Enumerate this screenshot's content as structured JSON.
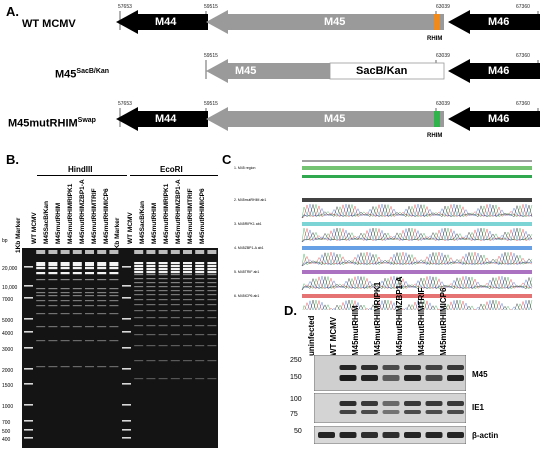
{
  "panelA": {
    "label": "A.",
    "rows": [
      {
        "name": "WT MCMV",
        "name_sup": "",
        "coords": [
          "57653",
          "59515",
          "63039",
          "67360"
        ],
        "genes": [
          "M44",
          "M45",
          "M46"
        ],
        "mark": "RHIM"
      },
      {
        "name": "M45",
        "name_sup": "SacB/Kan",
        "coords": [
          "59515",
          "63039",
          "67360"
        ],
        "genes": [
          "M45",
          "SacB/Kan",
          "M46"
        ],
        "mark": ""
      },
      {
        "name": "M45mutRHIM",
        "name_sup": "Swap",
        "coords": [
          "57653",
          "59515",
          "63039",
          "67360"
        ],
        "genes": [
          "M44",
          "M45",
          "M46"
        ],
        "mark": "RHIM"
      }
    ],
    "colors": {
      "wt_rhim": "#f08a1c",
      "mut_rhim": "#2fb34a",
      "arrow_grey": "#9a9a9a",
      "arrow_black": "#000000"
    }
  },
  "panelB": {
    "label": "B.",
    "groups": [
      "HindIII",
      "EcoRI"
    ],
    "lanes": [
      "1Kb Marker",
      "WT MCMV",
      "M45SacB/Kan",
      "M45mutRHIM",
      "M45mutRHIMRIPK1",
      "M45mutRHIMZBP1-A",
      "M45mutRHIMTRIF",
      "M45mutRHIMICP6"
    ],
    "bp_label": "bp",
    "ladder": [
      "20,000",
      "10,000",
      "7000",
      "5000",
      "4000",
      "3000",
      "2000",
      "1500",
      "1000",
      "700",
      "500",
      "400"
    ]
  },
  "panelC": {
    "label": "C.",
    "tracks": [
      "1. M45 region",
      "2. M45mutRHIM ab1",
      "3. M45RIPK1 ab1",
      "4. M45ZBP1-A ab1",
      "5. M45TRIF ab1",
      "6. M45ICP6 ab1"
    ]
  },
  "panelD": {
    "label": "D.",
    "lanes": [
      "uninfected",
      "WT MCMV",
      "M45mutRHIM",
      "M45mutRHIMRIPK1",
      "M45mutRHIMZBP1-A",
      "M45mutRHIMTRIF",
      "M45mutRHIMICP6"
    ],
    "blots": [
      {
        "protein": "M45",
        "markers": [
          "250",
          "150"
        ]
      },
      {
        "protein": "IE1",
        "markers": [
          "100",
          "75"
        ]
      },
      {
        "protein": "β-actin",
        "markers": [
          "50"
        ]
      }
    ]
  }
}
